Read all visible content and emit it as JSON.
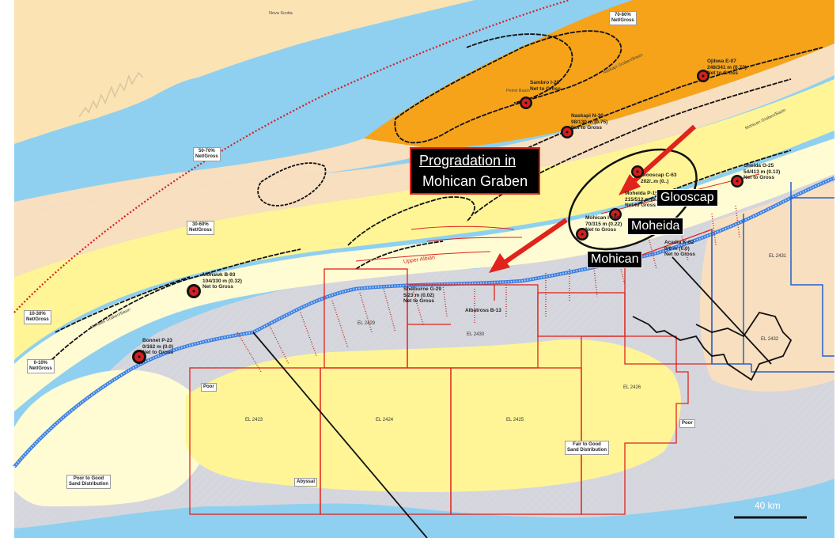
{
  "labels": {
    "land": "Nova Scotia",
    "title_line1": "Progradation in",
    "title_line2": "Mohican Graben",
    "glooscap_tag": "Glooscap",
    "moheida_tag": "Moheida",
    "mohican_tag": "Mohican",
    "upper_albian": "Upper Albian",
    "scale": "40 km"
  },
  "ng_callouts": [
    "70-80%\nNet/Gross",
    "50-70%\nNet/Gross",
    "30-60%\nNet/Gross",
    "10-30%\nNet/Gross",
    "0-10%\nNet/Gross"
  ],
  "quality_callouts": [
    "Poor",
    "Poor to Good\nSand Distribution",
    "Fair to Good\nSand Distribution",
    "Poor",
    "Abyssal"
  ],
  "wells": [
    {
      "name": "Sambro I-29",
      "text": "Sambro I-29\nNet to Gross"
    },
    {
      "name": "Ojibwa E-07",
      "text": "Ojibwa E-07\n248/341 m (0.72)\nNet to Gross"
    },
    {
      "name": "Naskapi N-30",
      "text": "Naskapi N-30\n98/130 m (0.75)\nNet to Gross"
    },
    {
      "name": "Glooscap C-63",
      "text": "Glooscap C-63\n202/..m (0..)"
    },
    {
      "name": "Moheida P-15",
      "text": "Moheida P-15\n215/512 m (0..)\nNet to Gross"
    },
    {
      "name": "Mohican I-100",
      "text": "Mohican I-100\n70/315 m (0.22)\nNet to Gross"
    },
    {
      "name": "Oneida O-25",
      "text": "Oneida O-25\n54/413 m (0.13)\nNet to Gross"
    },
    {
      "name": "Acadia K-62",
      "text": "Acadia K-62\n0/0 m (0.0)\nNet to Gross"
    },
    {
      "name": "Mohawk B-93",
      "text": "Mohawk B-93\n104/330 m (0.32)\nNet to Gross"
    },
    {
      "name": "Shelburne G-29",
      "text": "Shelburne G-29\n5/23 m (0.02)\nNet to Gross"
    },
    {
      "name": "Albatross B-13",
      "text": "Albatross B-13"
    },
    {
      "name": "Bonnet P-23",
      "text": "Bonnet P-23\n0/162 m (0.0)\nNet to Gross"
    }
  ],
  "basins": [
    "Naskapi Graben/Basin",
    "Mohican Graben/Basin",
    "Mohawk Graben/Basin",
    "Petrel Basin"
  ],
  "licences": [
    "EL 2429",
    "EL 2430",
    "EL 2431",
    "EL 2423",
    "EL 2424",
    "EL 2425",
    "EL 2426",
    "EL 2432"
  ],
  "colors": {
    "ocean": "#8fd0f0",
    "land": "#fbe3b4",
    "orange": "#f6a31a",
    "peach": "#f8dfc0",
    "yellow": "#fff597",
    "pale": "#fffbd2",
    "grey": "#d5d6db",
    "shelf_blue": "#3d7fe0",
    "licence_red": "#e0231c",
    "well_red": "#d51f1f"
  }
}
